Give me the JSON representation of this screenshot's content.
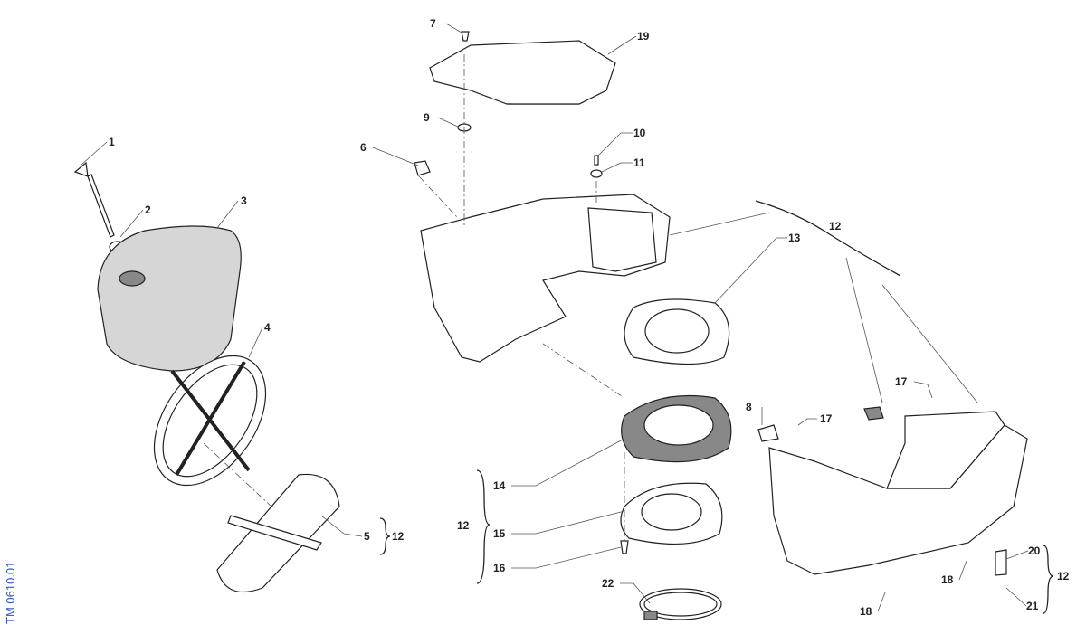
{
  "document_id": "TM 0610.01",
  "callouts": {
    "c1": "1",
    "c2": "2",
    "c3": "3",
    "c4": "4",
    "c5": "5",
    "c5_group": "12",
    "c6": "6",
    "c7": "7",
    "c19": "19",
    "c9": "9",
    "c10": "10",
    "c11": "11",
    "c12_top": "12",
    "c13": "13",
    "c14": "14",
    "c15": "15",
    "c16": "16",
    "c12_mid": "12",
    "c22": "22",
    "c8": "8",
    "c17a": "17",
    "c17b": "17",
    "c18a": "18",
    "c18b": "18",
    "c20": "20",
    "c21": "21",
    "c12_right": "12"
  }
}
